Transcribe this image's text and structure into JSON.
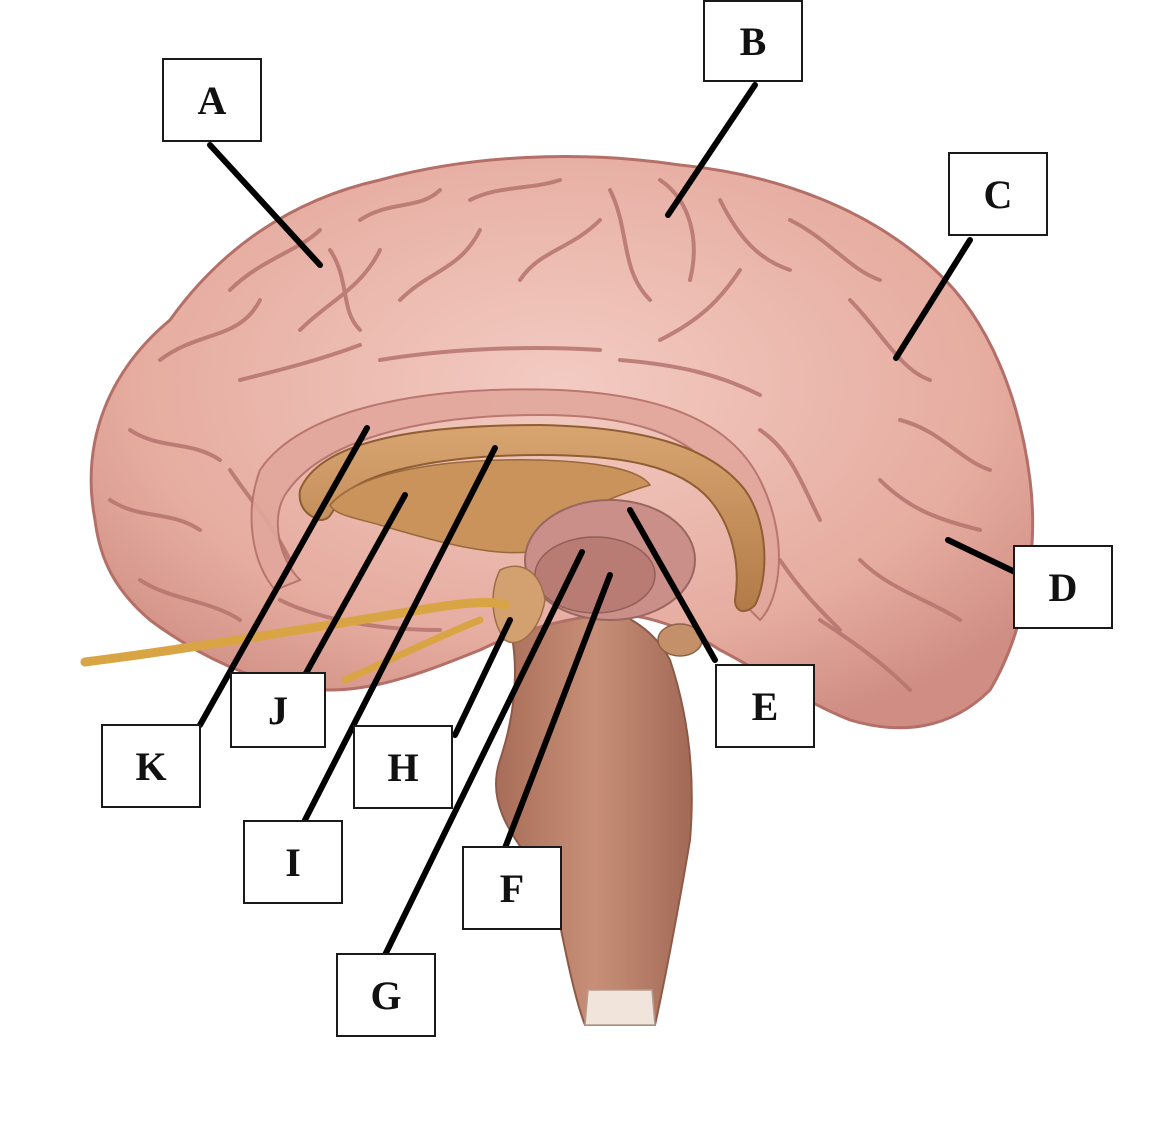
{
  "diagram": {
    "labels": [
      {
        "id": "A",
        "text": "A"
      },
      {
        "id": "B",
        "text": "B"
      },
      {
        "id": "C",
        "text": "C"
      },
      {
        "id": "D",
        "text": "D"
      },
      {
        "id": "E",
        "text": "E"
      },
      {
        "id": "F",
        "text": "F"
      },
      {
        "id": "G",
        "text": "G"
      },
      {
        "id": "H",
        "text": "H"
      },
      {
        "id": "I",
        "text": "I"
      },
      {
        "id": "J",
        "text": "J"
      },
      {
        "id": "K",
        "text": "K"
      }
    ],
    "colors": {
      "cortex": "#e9b1a6",
      "cortex_shadow": "#c98b82",
      "gyri_lines": "#b5746e",
      "corpus_callosum": "#c68e5a",
      "thalamus": "#c89088",
      "brainstem": "#bf8670",
      "optic_nerve": "#d9a444",
      "leader_line": "#000000"
    }
  }
}
